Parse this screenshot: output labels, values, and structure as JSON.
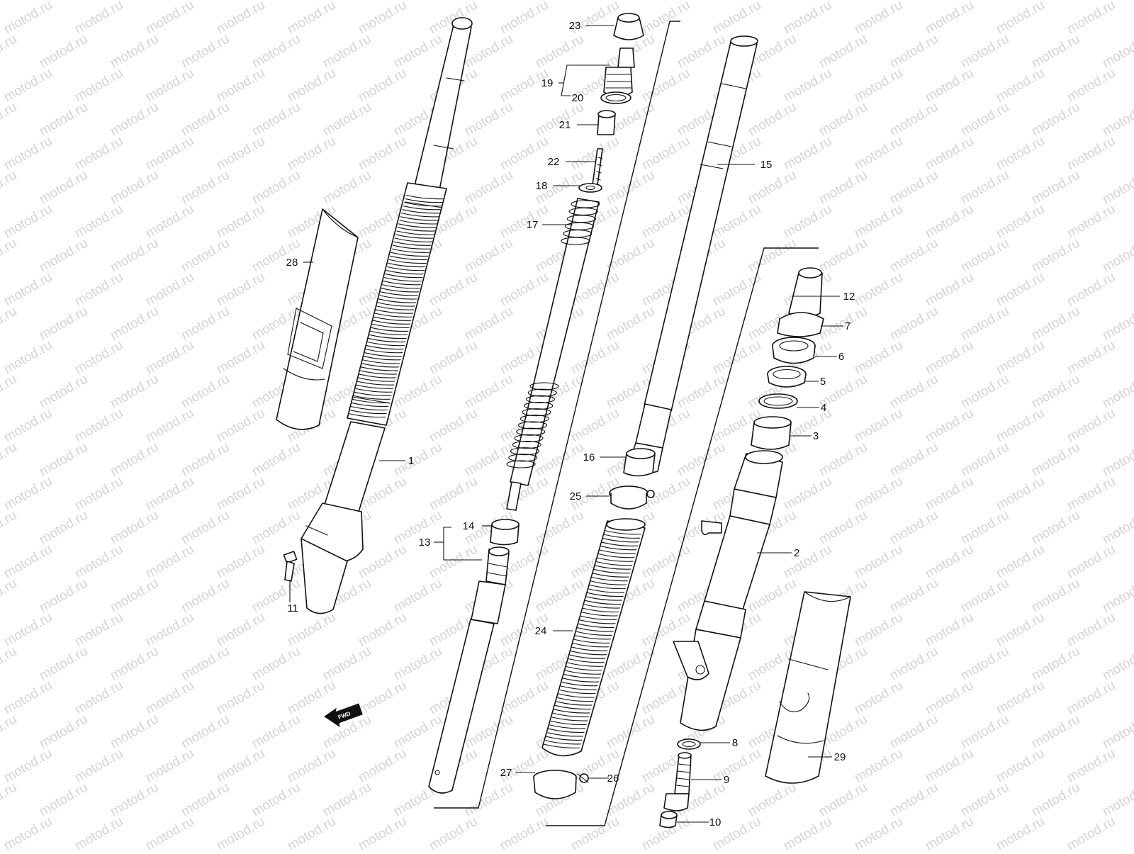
{
  "watermark": "motod.ru",
  "arrow_label": "FWD",
  "callouts": {
    "c1": "1",
    "c2": "2",
    "c3": "3",
    "c4": "4",
    "c5": "5",
    "c6": "6",
    "c7": "7",
    "c8": "8",
    "c9": "9",
    "c10": "10",
    "c11": "11",
    "c12": "12",
    "c13": "13",
    "c14": "14",
    "c15": "15",
    "c16": "16",
    "c17": "17",
    "c18": "18",
    "c19": "19",
    "c20": "20",
    "c21": "21",
    "c22": "22",
    "c23": "23",
    "c24": "24",
    "c25": "25",
    "c26": "26",
    "c27": "27",
    "c28": "28",
    "c29": "29"
  },
  "colors": {
    "ink": "#111111",
    "watermark": "#d4d4d4",
    "background": "#ffffff"
  }
}
